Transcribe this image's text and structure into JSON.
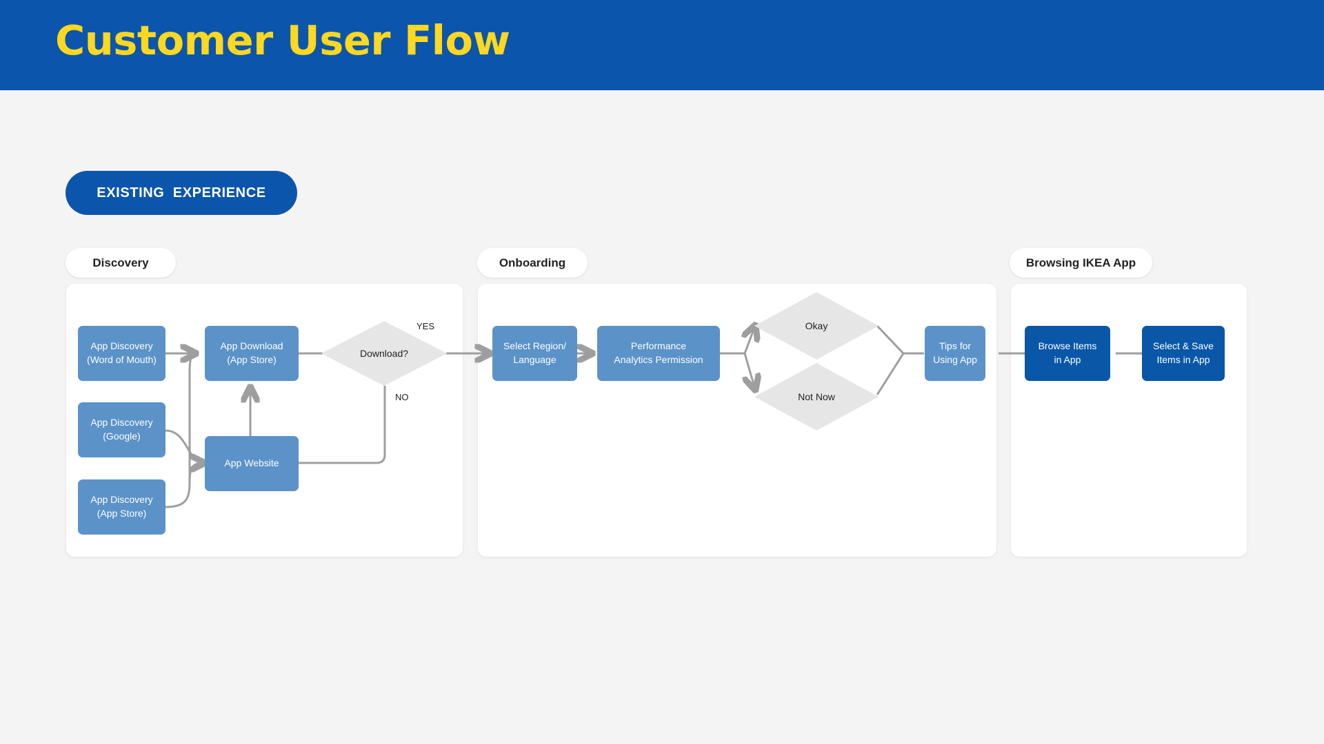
{
  "header": {
    "title": "Customer User Flow",
    "bg_color": "#0c55ac",
    "title_color": "#ffd81f"
  },
  "experience_badge": {
    "label": "EXISTING  EXPERIENCE",
    "bg_color": "#0c55ac",
    "text_color": "#ffffff"
  },
  "colors": {
    "page_bg": "#f4f4f4",
    "node_light": "#5b92c8",
    "node_dark": "#0a57a8",
    "diamond": "#e6e6e6",
    "connector": "#9e9e9e",
    "panel_bg": "#ffffff"
  },
  "sections": [
    {
      "label": "Discovery"
    },
    {
      "label": "Onboarding"
    },
    {
      "label": "Browsing IKEA App"
    }
  ],
  "nodes": [
    {
      "id": "disc-wom",
      "label": "App Discovery\n(Word of Mouth)",
      "style": "light"
    },
    {
      "id": "disc-google",
      "label": "App Discovery\n(Google)",
      "style": "light"
    },
    {
      "id": "disc-store",
      "label": "App Discovery\n(App Store)",
      "style": "light"
    },
    {
      "id": "app-download",
      "label": "App Download\n(App Store)",
      "style": "light"
    },
    {
      "id": "app-website",
      "label": "App Website",
      "style": "light"
    },
    {
      "id": "region-lang",
      "label": "Select Region/\nLanguage",
      "style": "light"
    },
    {
      "id": "analytics",
      "label": "Performance\nAnalytics Permission",
      "style": "light"
    },
    {
      "id": "tips",
      "label": "Tips for\nUsing App",
      "style": "light"
    },
    {
      "id": "browse",
      "label": "Browse Items\nin App",
      "style": "dark"
    },
    {
      "id": "select-save",
      "label": "Select & Save\nItems in App",
      "style": "dark"
    }
  ],
  "decisions": [
    {
      "id": "download-q",
      "label": "Download?"
    },
    {
      "id": "okay",
      "label": "Okay"
    },
    {
      "id": "not-now",
      "label": "Not Now"
    }
  ],
  "edge_labels": [
    {
      "id": "yes",
      "label": "YES"
    },
    {
      "id": "no",
      "label": "NO"
    }
  ]
}
